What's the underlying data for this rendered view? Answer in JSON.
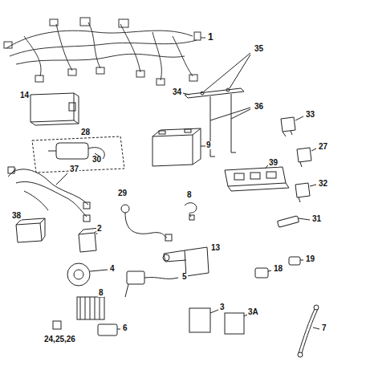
{
  "diagram": {
    "labels": [
      "1",
      "35",
      "34",
      "36",
      "14",
      "28",
      "30",
      "9",
      "33",
      "27",
      "39",
      "32",
      "37",
      "29",
      "8",
      "31",
      "38",
      "2",
      "13",
      "4",
      "5",
      "18",
      "19",
      "8",
      "6",
      "3",
      "3A",
      "7",
      "24,25,26"
    ]
  }
}
